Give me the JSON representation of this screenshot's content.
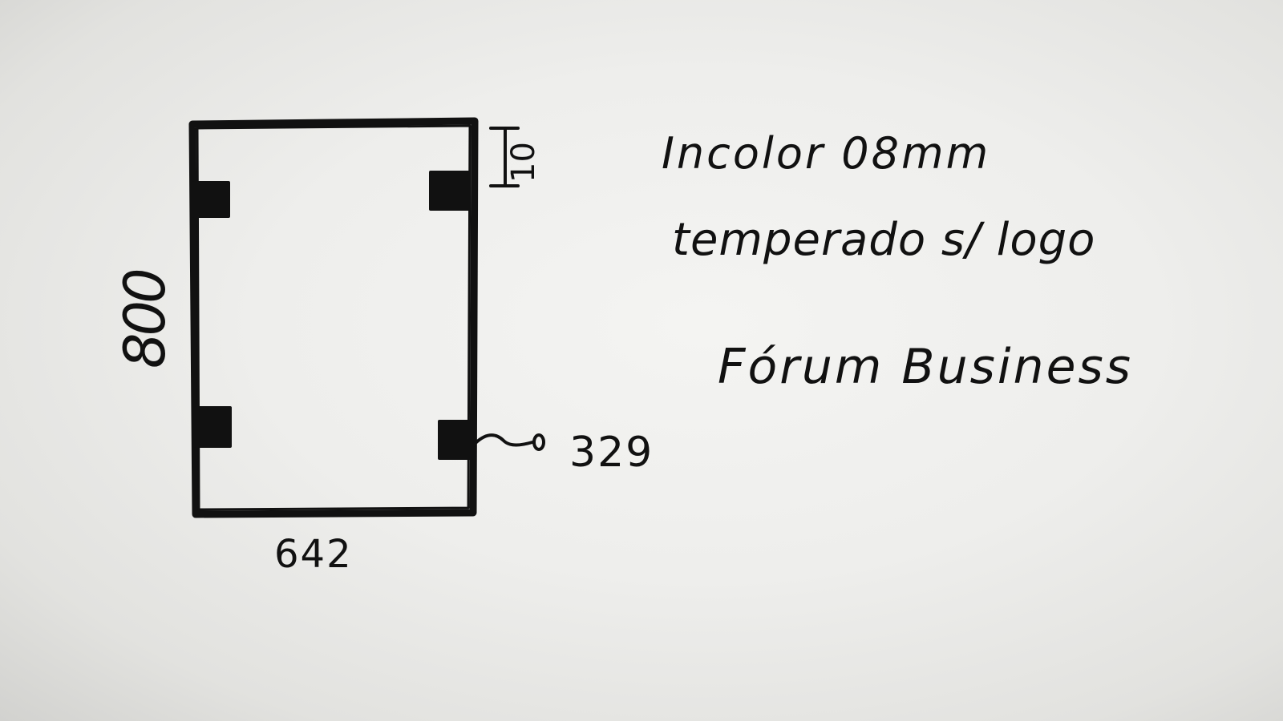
{
  "diagram": {
    "panel": {
      "width_label": "642",
      "height_label": "800",
      "hinge_position_label": "329",
      "hinge_offset_label": "10"
    },
    "specs": {
      "line1": "Incolor 08mm",
      "line2": "temperado s/ logo",
      "line3": "Fórum Business"
    }
  },
  "colors": {
    "ink": "#111111",
    "paper": "#efefed"
  }
}
